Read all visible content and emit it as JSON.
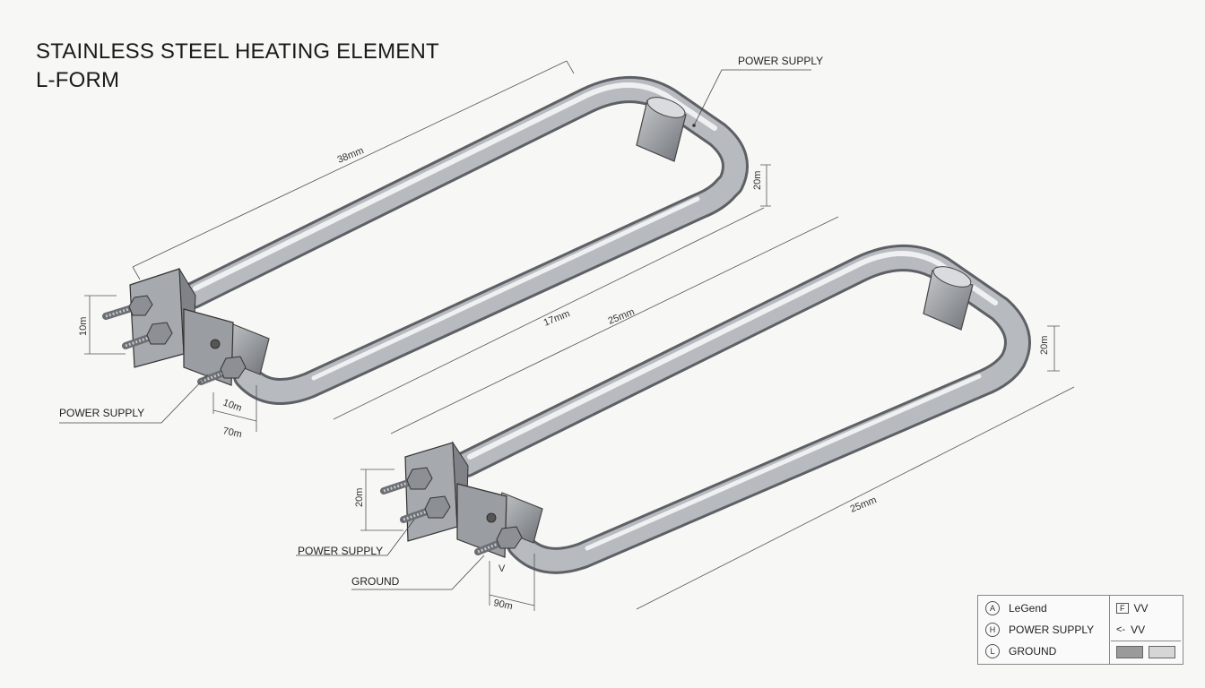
{
  "title": {
    "line1": "STAINLESS STEEL HEATING ELEMENT",
    "line2": "L-FORM"
  },
  "element_top": {
    "dim_length": "38mm",
    "dim_height": "20m",
    "dim_terminal": "10m",
    "dim_bolt_a": "10m",
    "dim_bolt_b": "70m",
    "callout_power_top": "POWER SUPPLY",
    "callout_power_left": "POWER SUPPLY"
  },
  "element_bottom": {
    "dim_mid_a": "17mm",
    "dim_mid_b": "25mm",
    "dim_height": "20m",
    "dim_length": "25mm",
    "dim_terminal": "20m",
    "dim_v": "V",
    "dim_bolt": "90m",
    "callout_power": "POWER SUPPLY",
    "callout_ground": "GROUND"
  },
  "legend": {
    "rows": [
      {
        "symbol": "A",
        "label": "LeGend"
      },
      {
        "symbol": "H",
        "label": "POWER SUPPLY"
      },
      {
        "symbol": "L",
        "label": "GROUND"
      }
    ],
    "right": [
      {
        "symbol": "F",
        "label": "VV"
      },
      {
        "symbol": "<-",
        "label": "VV"
      }
    ],
    "swatch_colors": [
      "#9a9a9a",
      "#d6d6d6"
    ]
  },
  "colors": {
    "steel_dark": "#7d8084",
    "steel_mid": "#b9bcc0",
    "steel_light": "#eef0f2"
  }
}
